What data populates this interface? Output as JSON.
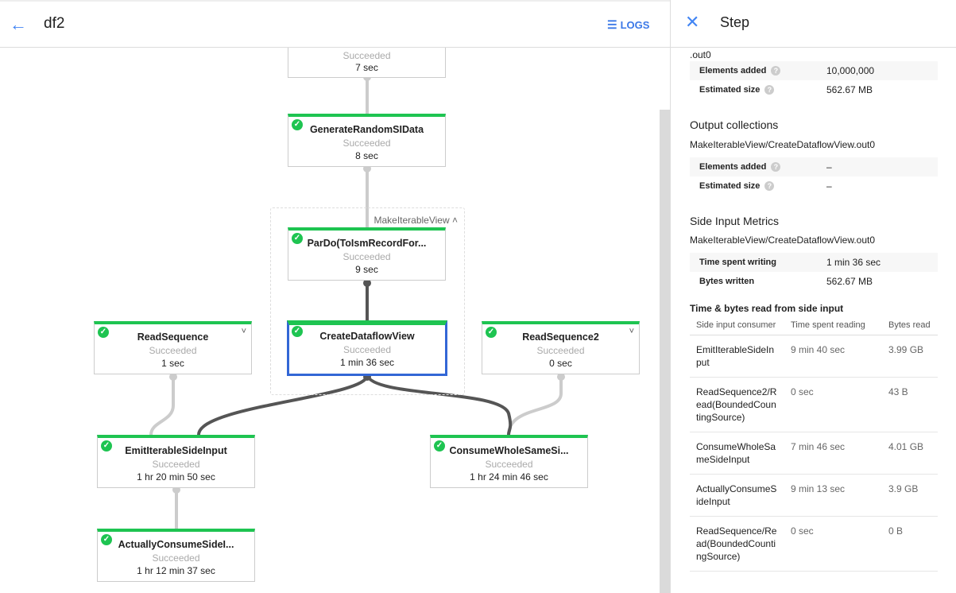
{
  "header": {
    "title": "df2",
    "logs_label": "LOGS"
  },
  "graph": {
    "group": {
      "label": "MakeIterableView"
    },
    "nodes": [
      {
        "name": "",
        "status": "Succeeded",
        "duration": "7 sec"
      },
      {
        "name": "GenerateRandomSIData",
        "status": "Succeeded",
        "duration": "8 sec"
      },
      {
        "name": "ParDo(ToIsmRecordFor...",
        "status": "Succeeded",
        "duration": "9 sec"
      },
      {
        "name": "CreateDataflowView",
        "status": "Succeeded",
        "duration": "1 min 36 sec"
      },
      {
        "name": "ReadSequence",
        "status": "Succeeded",
        "duration": "1 sec"
      },
      {
        "name": "ReadSequence2",
        "status": "Succeeded",
        "duration": "0 sec"
      },
      {
        "name": "EmitIterableSideInput",
        "status": "Succeeded",
        "duration": "1 hr 20 min 50 sec"
      },
      {
        "name": "ConsumeWholeSameSi...",
        "status": "Succeeded",
        "duration": "1 hr 24 min 46 sec"
      },
      {
        "name": "ActuallyConsumeSideI...",
        "status": "Succeeded",
        "duration": "1 hr 12 min 37 sec"
      }
    ]
  },
  "panel": {
    "title": "Step",
    "input": {
      "name_tail": ".out0",
      "elements_label": "Elements added",
      "elements": "10,000,000",
      "size_label": "Estimated size",
      "size": "562.67 MB"
    },
    "output": {
      "heading": "Output collections",
      "name": "MakeIterableView/CreateDataflowView.out0",
      "elements_label": "Elements added",
      "elements": "–",
      "size_label": "Estimated size",
      "size": "–"
    },
    "side": {
      "heading": "Side Input Metrics",
      "name": "MakeIterableView/CreateDataflowView.out0",
      "time_label": "Time spent writing",
      "time": "1 min 36 sec",
      "bytes_label": "Bytes written",
      "bytes": "562.67 MB"
    },
    "read": {
      "heading": "Time & bytes read from side input",
      "columns": [
        "Side input consumer",
        "Time spent reading",
        "Bytes read"
      ],
      "rows": [
        [
          "EmitIterableSideInput",
          "9 min 40 sec",
          "3.99 GB"
        ],
        [
          "ReadSequence2/Read(BoundedCountingSource)",
          "0 sec",
          "43 B"
        ],
        [
          "ConsumeWholeSameSideInput",
          "7 min 46 sec",
          "4.01 GB"
        ],
        [
          "ActuallyConsumeSideInput",
          "9 min 13 sec",
          "3.9 GB"
        ],
        [
          "ReadSequence/Read(BoundedCountingSource)",
          "0 sec",
          "0 B"
        ]
      ]
    }
  }
}
